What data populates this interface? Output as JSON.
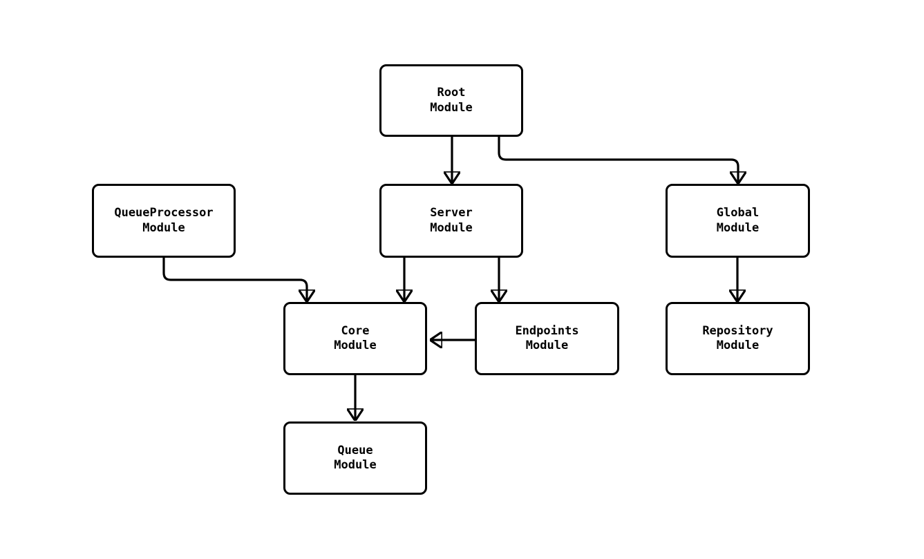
{
  "diagram": {
    "type": "flowchart",
    "colors": {
      "background": "#ffffff",
      "node_fill": "#ffffff",
      "node_border": "#000000",
      "edge_stroke": "#000000",
      "text": "#000000"
    },
    "nodes": [
      {
        "id": "root",
        "label": "Root\nModule"
      },
      {
        "id": "queueprocessor",
        "label": "QueueProcessor\nModule"
      },
      {
        "id": "server",
        "label": "Server\nModule"
      },
      {
        "id": "global",
        "label": "Global\nModule"
      },
      {
        "id": "core",
        "label": "Core\nModule"
      },
      {
        "id": "endpoints",
        "label": "Endpoints\nModule"
      },
      {
        "id": "repository",
        "label": "Repository\nModule"
      },
      {
        "id": "queue",
        "label": "Queue\nModule"
      }
    ],
    "edges": [
      {
        "from": "Root Module",
        "to": "Server Module"
      },
      {
        "from": "Root Module",
        "to": "Global Module"
      },
      {
        "from": "QueueProcessor Module",
        "to": "Core Module"
      },
      {
        "from": "Server Module",
        "to": "Core Module"
      },
      {
        "from": "Server Module",
        "to": "Endpoints Module"
      },
      {
        "from": "Endpoints Module",
        "to": "Core Module"
      },
      {
        "from": "Global Module",
        "to": "Repository Module"
      },
      {
        "from": "Core Module",
        "to": "Queue Module"
      }
    ]
  }
}
